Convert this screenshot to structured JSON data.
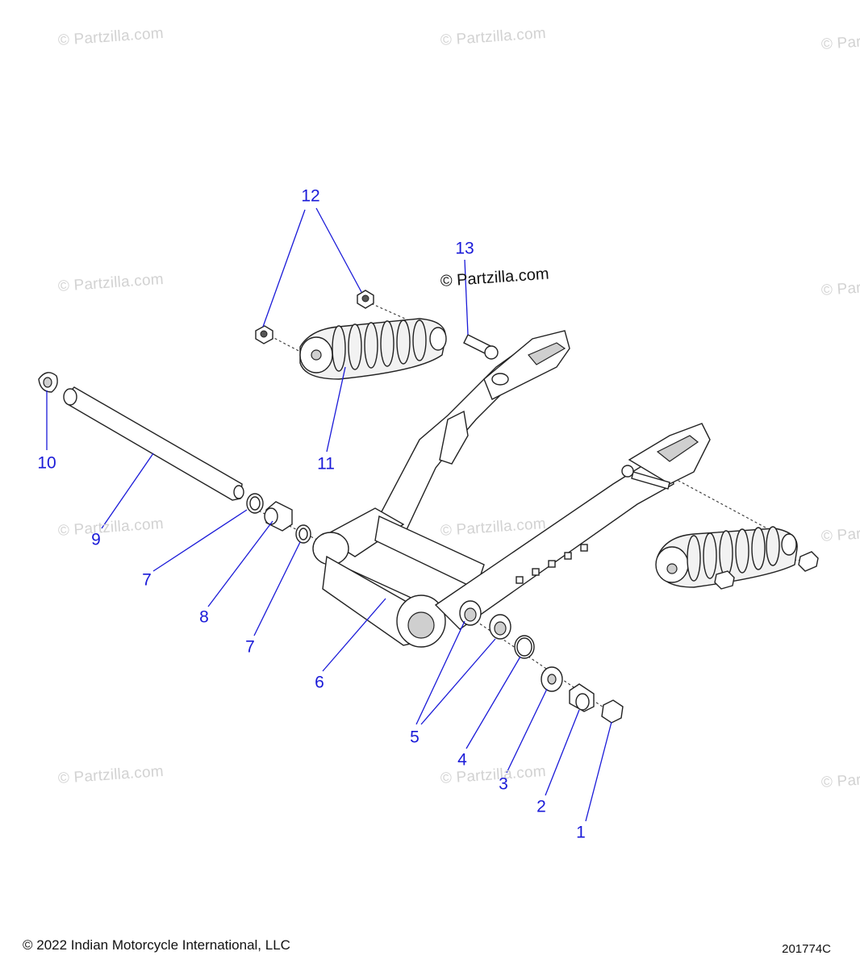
{
  "watermark_text": "© Partzilla.com",
  "main_watermark": "© Partzilla.com",
  "copyright": "© 2022 Indian Motorcycle International, LLC",
  "diagram_code": "201774C",
  "callouts": [
    "1",
    "2",
    "3",
    "4",
    "5",
    "6",
    "7",
    "7",
    "8",
    "9",
    "10",
    "11",
    "12",
    "13"
  ]
}
